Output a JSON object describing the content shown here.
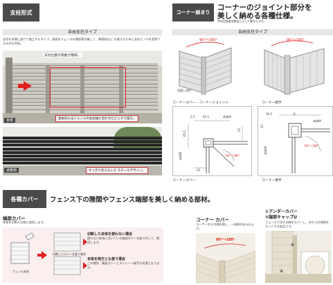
{
  "sec1": {
    "badge": "支柱形式",
    "subhead": "自由支柱タイプ",
    "desc": "支柱を家側に設けて施工するタイプ。表面のフェンスの連続感が美しく、障害物など を避けるために支柱ピッチを変更できるのも特長。",
    "photo1_tag": "家側",
    "callout_top": "支柱位置の移動が簡単。",
    "callout_bottom": "基本的にはフェンスの左右幅に合わせたピッチで施工。",
    "photo2_tag": "道路側",
    "photo2_caption": "すっきり見えるレス スチールデザイン。"
  },
  "sec2": {
    "badge": "コーナー納まり",
    "title_line1": "コーナーのジョイント部分を",
    "title_line2": "美しく納める各種仕様。",
    "note": "※対応角度は商品によって異なります。",
    "subhead": "自由支柱タイプ",
    "angle1": "90°〜180°",
    "angle2": "90°〜180°",
    "callout_joint": "目隠し材付",
    "cap_left": "コーナーカバー",
    "cap_left2": "コーナージョイント",
    "cap_right": "コーナー継手",
    "dim_05": "0.5",
    "dim_655a": "65.5",
    "dim_655b": "65.5",
    "dim_25a": "25",
    "dim_25b": "25",
    "dim_25c": "25",
    "dim_265": "26.5",
    "dim_8": "8",
    "dim_w1": "本体W",
    "dim_w2": "本体W",
    "dim_w3": "本体W",
    "dim_w4": "本体W",
    "dim_angle1": "90°〜180°",
    "dim_angle2": "90°〜180°",
    "cap_dia_left": "コーナーカバー",
    "cap_dia_right": "コーナー継手"
  },
  "sec3": {
    "badge": "各種カバー",
    "title": "フェンス下の隙間やフェンス端部を美しく納める部材。",
    "end_title": "端部カバー",
    "end_desc": "本体を切断する際に使用します。",
    "fence_label": "フェンス本体",
    "cut_label": "切断したカバーを使う場合",
    "item1_title": "切断した本体を使わない場合",
    "item1_desc": "使わない本体に付いている端部カバーを取り外して、使用します。",
    "item2_title": "本体を両方とも使う場合",
    "item2_desc": "この場合、端部カバーとストレート継手が必要となります。",
    "corner_title": "コーナー カバー",
    "corner_desc": "コーナーのすき間を隠し、一体感のある仕上げ。",
    "corner_angle": "80°〜180°",
    "under_title1": "①アンダーカバー",
    "under_title2": "②端部キャップU",
    "under_desc": "フェンス下のすき間をカバーし、外からの視線をカットする部品です。",
    "num1": "①",
    "num2": "②"
  }
}
